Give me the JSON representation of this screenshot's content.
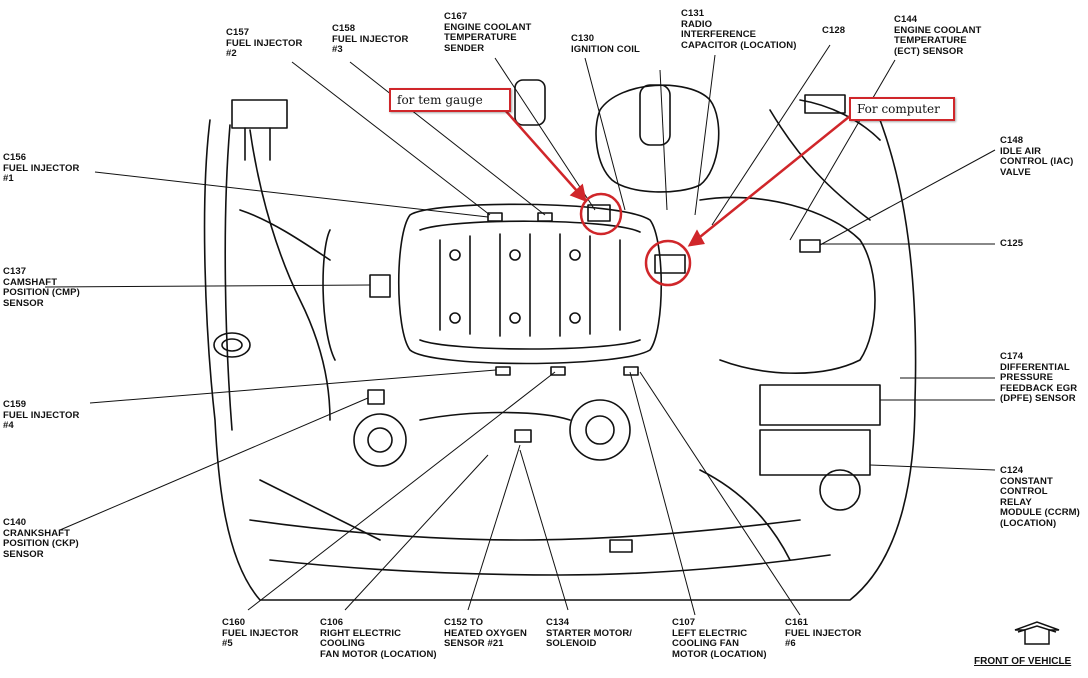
{
  "labels": [
    {
      "id": "c157",
      "lines": [
        "C157",
        "FUEL INJECTOR",
        "#2"
      ]
    },
    {
      "id": "c158",
      "lines": [
        "C158",
        "FUEL INJECTOR",
        "#3"
      ]
    },
    {
      "id": "c167",
      "lines": [
        "C167",
        "ENGINE COOLANT",
        "TEMPERATURE",
        "SENDER"
      ]
    },
    {
      "id": "c130",
      "lines": [
        "C130",
        "IGNITION COIL"
      ]
    },
    {
      "id": "c131",
      "lines": [
        "C131",
        "RADIO",
        "INTERFERENCE",
        "CAPACITOR (LOCATION)"
      ]
    },
    {
      "id": "c128",
      "lines": [
        "C128"
      ]
    },
    {
      "id": "c144",
      "lines": [
        "C144",
        "ENGINE COOLANT",
        "TEMPERATURE",
        "(ECT) SENSOR"
      ]
    },
    {
      "id": "c156",
      "lines": [
        "C156",
        "FUEL INJECTOR",
        "#1"
      ]
    },
    {
      "id": "c148",
      "lines": [
        "C148",
        "IDLE AIR",
        "CONTROL (IAC)",
        "VALVE"
      ]
    },
    {
      "id": "c125",
      "lines": [
        "C125"
      ]
    },
    {
      "id": "c137",
      "lines": [
        "C137",
        "CAMSHAFT",
        "POSITION (CMP)",
        "SENSOR"
      ]
    },
    {
      "id": "c174",
      "lines": [
        "C174",
        "DIFFERENTIAL",
        "PRESSURE",
        "FEEDBACK EGR",
        "(DPFE) SENSOR"
      ]
    },
    {
      "id": "c159",
      "lines": [
        "C159",
        "FUEL INJECTOR",
        "#4"
      ]
    },
    {
      "id": "c124",
      "lines": [
        "C124",
        "CONSTANT",
        "CONTROL",
        "RELAY",
        "MODULE (CCRM)",
        "(LOCATION)"
      ]
    },
    {
      "id": "c140",
      "lines": [
        "C140",
        "CRANKSHAFT",
        "POSITION (CKP)",
        "SENSOR"
      ]
    },
    {
      "id": "c160",
      "lines": [
        "C160",
        "FUEL INJECTOR",
        "#5"
      ]
    },
    {
      "id": "c106",
      "lines": [
        "C106",
        "RIGHT ELECTRIC",
        "COOLING",
        "FAN MOTOR (LOCATION)"
      ]
    },
    {
      "id": "c152",
      "lines": [
        "C152 TO",
        "HEATED OXYGEN",
        "SENSOR #21"
      ]
    },
    {
      "id": "c134",
      "lines": [
        "C134",
        "STARTER MOTOR/",
        "SOLENOID"
      ]
    },
    {
      "id": "c107",
      "lines": [
        "C107",
        "LEFT ELECTRIC",
        "COOLING FAN",
        "MOTOR (LOCATION)"
      ]
    },
    {
      "id": "c161",
      "lines": [
        "C161",
        "FUEL INJECTOR",
        "#6"
      ]
    }
  ],
  "annotations": {
    "temp_gauge": "for tem gauge",
    "computer": "For computer"
  },
  "front_of_vehicle": "FRONT OF VEHICLE",
  "colors": {
    "annotation_red": "#d0262a",
    "line": "#111111",
    "background": "#ffffff"
  }
}
